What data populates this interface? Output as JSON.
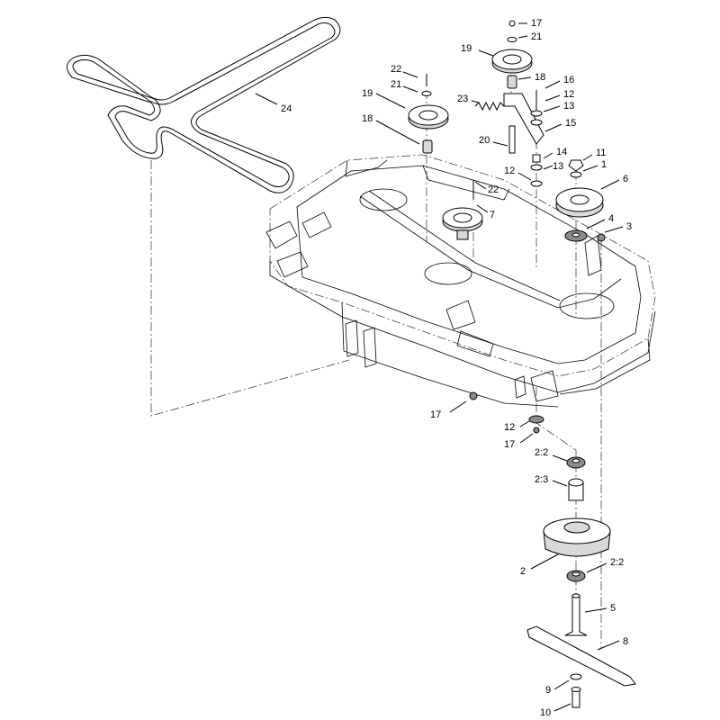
{
  "callouts": {
    "c24": "24",
    "c22a": "22",
    "c21a": "21",
    "c19a": "19",
    "c18a": "18",
    "c17a": "17",
    "c21b": "21",
    "c19b": "19",
    "c18b": "18",
    "c16": "16",
    "c12a": "12",
    "c13a": "13",
    "c15": "15",
    "c23": "23",
    "c20": "20",
    "c14": "14",
    "c13b": "13",
    "c12b": "12",
    "c11": "11",
    "c1": "1",
    "c6": "6",
    "c22b": "22",
    "c7": "7",
    "c4": "4",
    "c3": "3",
    "c17b": "17",
    "c12c": "12",
    "c17c": "17",
    "c2_2a": "2:2",
    "c2_3": "2:3",
    "c2": "2",
    "c2_2b": "2:2",
    "c5": "5",
    "c8": "8",
    "c9": "9",
    "c10": "10"
  }
}
